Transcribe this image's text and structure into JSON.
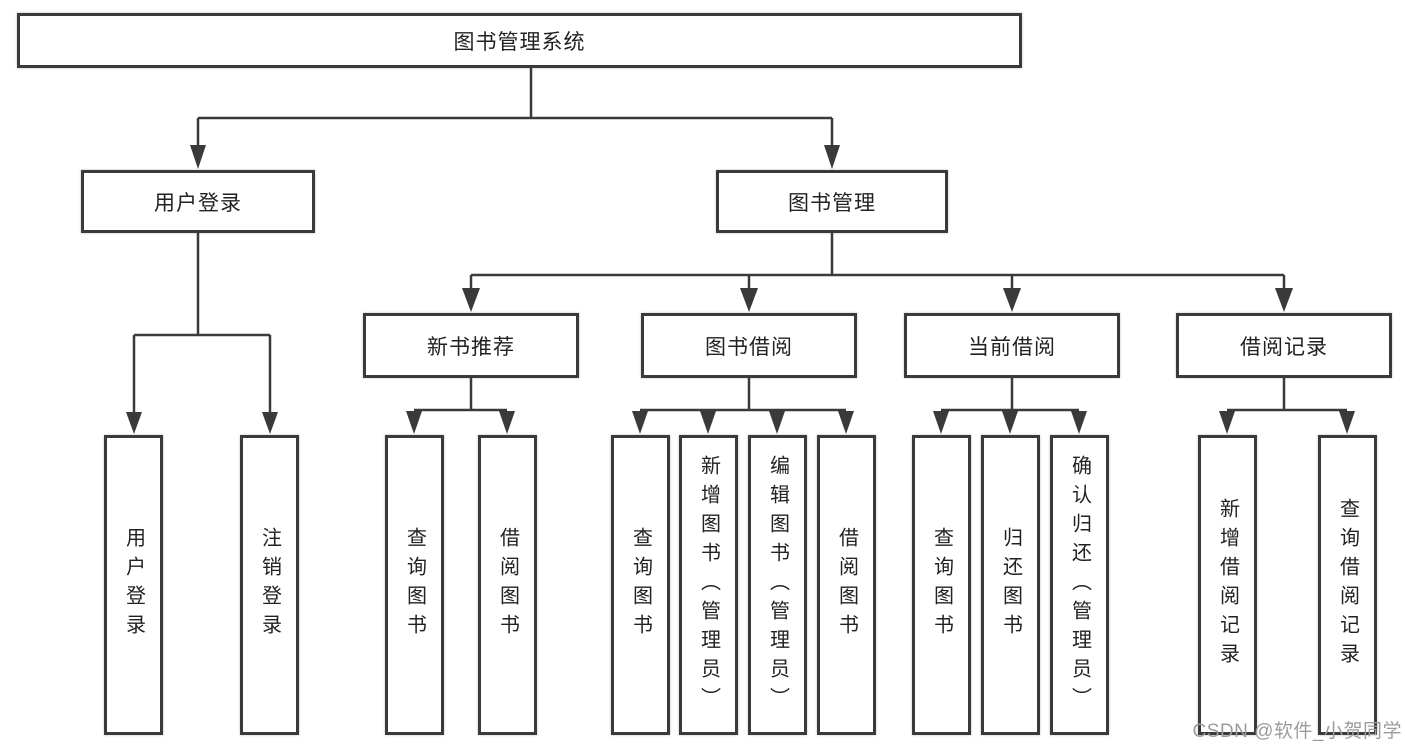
{
  "tree": {
    "label": "图书管理系统",
    "children": [
      {
        "label": "用户登录",
        "children": [
          {
            "label": "用户登录"
          },
          {
            "label": "注销登录"
          }
        ]
      },
      {
        "label": "图书管理",
        "children": [
          {
            "label": "新书推荐",
            "children": [
              {
                "label": "查询图书"
              },
              {
                "label": "借阅图书"
              }
            ]
          },
          {
            "label": "图书借阅",
            "children": [
              {
                "label": "查询图书"
              },
              {
                "label": "新增图书（管理员）"
              },
              {
                "label": "编辑图书（管理员）"
              },
              {
                "label": "借阅图书"
              }
            ]
          },
          {
            "label": "当前借阅",
            "children": [
              {
                "label": "查询图书"
              },
              {
                "label": "归还图书"
              },
              {
                "label": "确认归还（管理员）"
              }
            ]
          },
          {
            "label": "借阅记录",
            "children": [
              {
                "label": "新增借阅记录"
              },
              {
                "label": "查询借阅记录"
              }
            ]
          }
        ]
      }
    ]
  },
  "watermark": {
    "text": "CSDN @软件_小贺同学"
  },
  "colors": {
    "line": "#3a3a3a",
    "text": "#222222",
    "background": "#ffffff",
    "watermark": "#9c9c9c"
  }
}
